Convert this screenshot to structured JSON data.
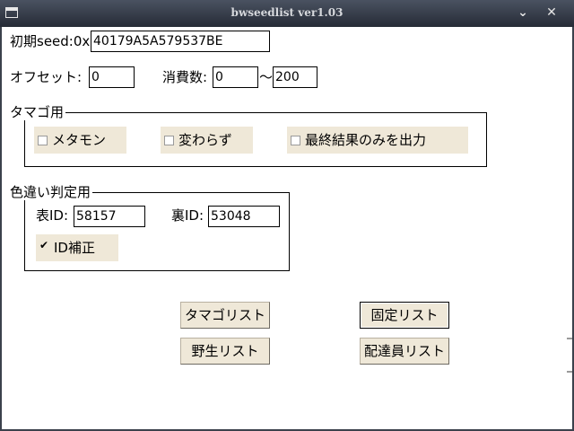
{
  "window": {
    "title": "bwseedlist ver1.03",
    "icon": "window-menu-icon",
    "controls": [
      "chevron-down-icon",
      "close-icon"
    ]
  },
  "seed": {
    "label": "初期seed:0x",
    "value": "40179A5A579537BE"
  },
  "offset": {
    "label": "オフセット:",
    "value": "0"
  },
  "consume": {
    "label": "消費数:",
    "from": "0",
    "tilde": "～",
    "to": "200"
  },
  "egg_group": {
    "legend": "タマゴ用",
    "options": [
      {
        "label": "メタモン",
        "checked": false
      },
      {
        "label": "変わらず",
        "checked": false
      },
      {
        "label": "最終結果のみを出力",
        "checked": false
      }
    ]
  },
  "shiny_group": {
    "legend": "色違い判定用",
    "tid_label": "表ID:",
    "tid_value": "58157",
    "sid_label": "裏ID:",
    "sid_value": "53048",
    "id_fix": {
      "label": "ID補正",
      "checked": true,
      "mark": "✔"
    }
  },
  "buttons": {
    "egg_list": "タマゴリスト",
    "fixed_list": "固定リスト",
    "wild_list": "野生リスト",
    "delivery_list": "配達員リスト"
  },
  "colors": {
    "titlebar": "#262b36",
    "control_face": "#efe8d8",
    "background": "#ffffff"
  }
}
